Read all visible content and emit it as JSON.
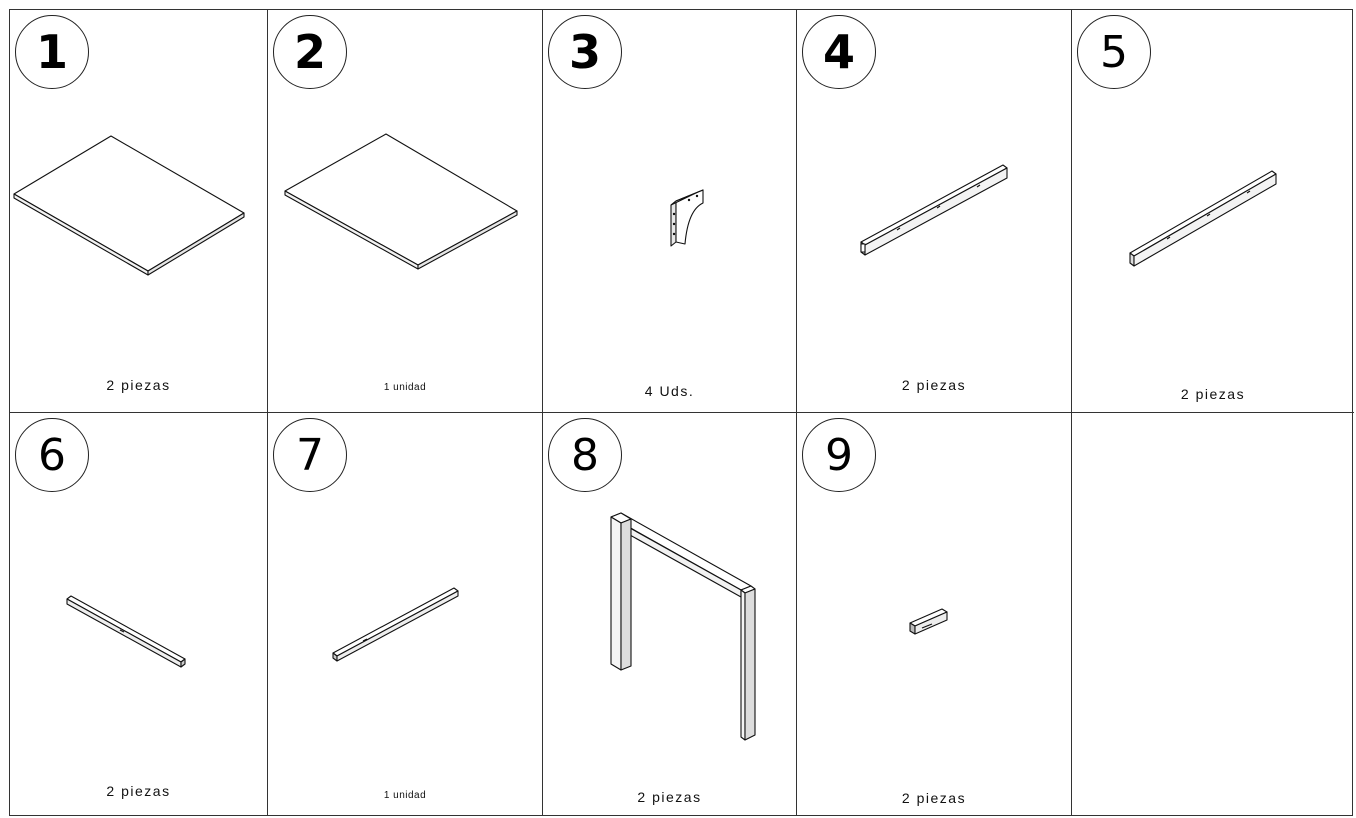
{
  "parts": [
    {
      "number": "1",
      "quantity": "2  piezas",
      "icon": "panel-board"
    },
    {
      "number": "2",
      "quantity": "1  unidad",
      "icon": "panel-board"
    },
    {
      "number": "3",
      "quantity": "4  Uds.",
      "icon": "corner-bracket"
    },
    {
      "number": "4",
      "quantity": "2  piezas",
      "icon": "square-tube-beam"
    },
    {
      "number": "5",
      "quantity": "2  piezas",
      "icon": "square-tube-beam"
    },
    {
      "number": "6",
      "quantity": "2  piezas",
      "icon": "flat-bar"
    },
    {
      "number": "7",
      "quantity": "1  unidad",
      "icon": "flat-bar"
    },
    {
      "number": "8",
      "quantity": "2  piezas",
      "icon": "leg-frame"
    },
    {
      "number": "9",
      "quantity": "2  piezas",
      "icon": "small-connector"
    }
  ]
}
